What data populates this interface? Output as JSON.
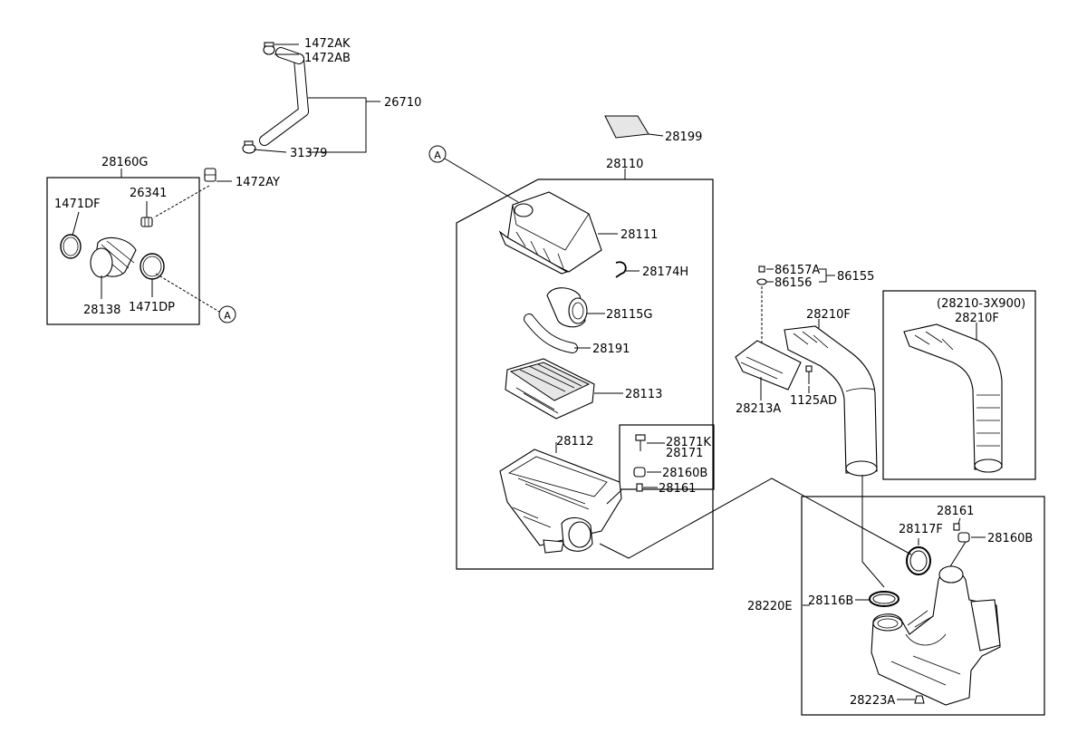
{
  "labels": {
    "p1472AK": "1472AK",
    "p1472AB": "1472AB",
    "p26710": "26710",
    "p31379": "31379",
    "p1472AY": "1472AY",
    "p28160G": "28160G",
    "p26341": "26341",
    "p1471DF": "1471DF",
    "p28138": "28138",
    "p1471DP": "1471DP",
    "callout_a": "A",
    "p28199": "28199",
    "p28110": "28110",
    "p28111": "28111",
    "p28174H": "28174H",
    "p28115G": "28115G",
    "p28191": "28191",
    "p28113": "28113",
    "p28112": "28112",
    "p28171K": "28171K",
    "p28171": "28171",
    "p28160B": "28160B",
    "p28161": "28161",
    "p86157A": "86157A",
    "p86156": "86156",
    "p86155": "86155",
    "p28213A": "28213A",
    "p1125AD": "1125AD",
    "p28210F": "28210F",
    "variant_code": "(28210-3X900)",
    "p28117F": "28117F",
    "p28116B": "28116B",
    "p28220E": "28220E",
    "p28223A": "28223A"
  }
}
